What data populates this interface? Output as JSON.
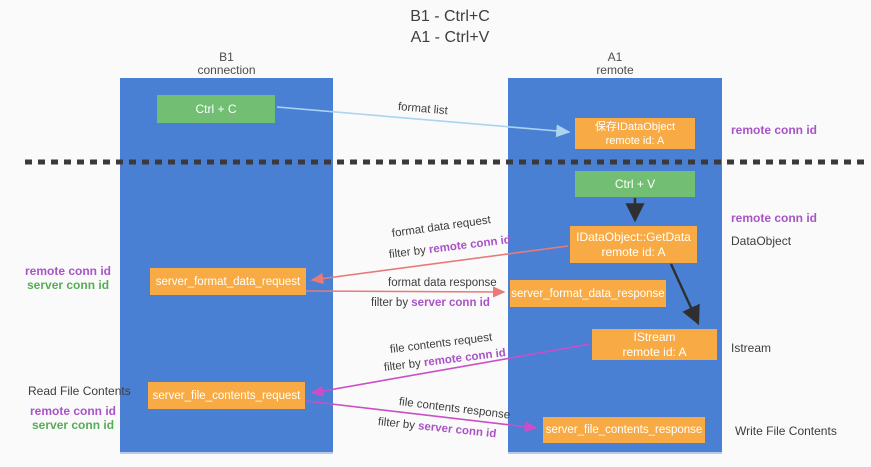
{
  "title": {
    "line1": "B1 - Ctrl+C",
    "line2": "A1 - Ctrl+V"
  },
  "lanes": {
    "left": {
      "title": "B1",
      "subtitle": "connection"
    },
    "right": {
      "title": "A1",
      "subtitle": "remote"
    }
  },
  "nodes": {
    "ctrl_c": {
      "label": "Ctrl + C"
    },
    "save_idataobject": {
      "line1": "保存IDataObject",
      "line2": "remote id: A"
    },
    "ctrl_v": {
      "label": "Ctrl + V"
    },
    "getdata": {
      "line1": "IDataObject::GetData",
      "line2": "remote id: A"
    },
    "server_format_data_request": {
      "label": "server_format_data_request"
    },
    "server_format_data_response": {
      "label": "server_format_data_response"
    },
    "istream": {
      "line1": "IStream",
      "line2": "remote id: A"
    },
    "server_file_contents_request": {
      "label": "server_file_contents_request"
    },
    "server_file_contents_response": {
      "label": "server_file_contents_response"
    }
  },
  "flows": {
    "format_list": "format list",
    "format_data_request": "format data request",
    "format_data_response": "format data response",
    "file_contents_request": "file contents request",
    "file_contents_response": "file contents response",
    "filter_by": "filter by",
    "remote_conn_id": "remote conn id",
    "server_conn_id": "server conn id"
  },
  "side_labels": {
    "remote_conn_id": "remote conn id",
    "server_conn_id": "server conn id",
    "data_object": "DataObject",
    "istream": "Istream",
    "read_file_contents": "Read File Contents",
    "write_file_contents": "Write File Contents"
  },
  "colors": {
    "background": "#fafafa",
    "lane_blue": "#4a80d4",
    "node_green": "#72bf73",
    "node_orange": "#f8ab45",
    "arrow_lightblue": "#aad4f0",
    "arrow_red": "#e87a78",
    "arrow_magenta": "#cb4ec6",
    "arrow_black": "#2f2f2f",
    "dashed_line": "#3a3a3a",
    "text_purple": "#a953c8",
    "text_green": "#56ac57",
    "text_dark": "#3d3d3d"
  }
}
